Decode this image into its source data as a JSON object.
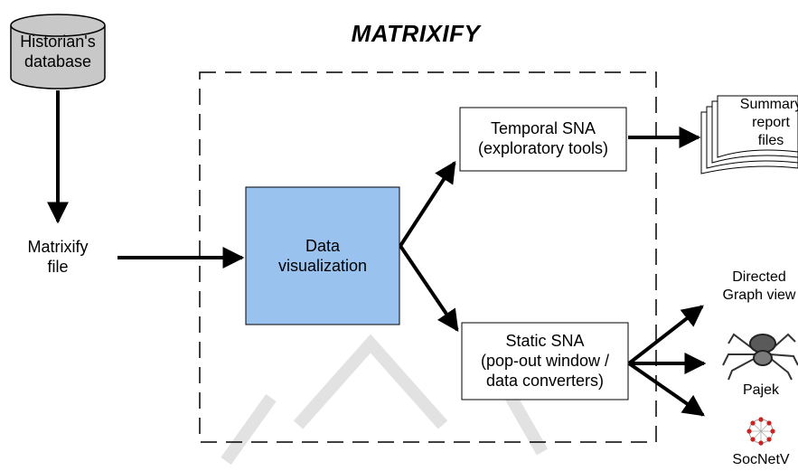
{
  "title": "MATRIXIFY",
  "nodes": {
    "database": {
      "line1": "Historian's",
      "line2": "database"
    },
    "matrixify_file": {
      "line1": "Matrixify",
      "line2": "file"
    },
    "data_visualization": {
      "line1": "Data",
      "line2": "visualization"
    },
    "temporal_sna": {
      "line1": "Temporal SNA",
      "line2": "(exploratory tools)"
    },
    "static_sna": {
      "line1": "Static SNA",
      "line2": "(pop-out window /",
      "line3": "data converters)"
    },
    "summary_files": {
      "line1": "Summary",
      "line2": "report",
      "line3": "files"
    },
    "directed_graph": {
      "line1": "Directed",
      "line2": "Graph view"
    },
    "pajek": {
      "label": "Pajek"
    },
    "socnetv": {
      "label": "SocNetV"
    }
  },
  "colors": {
    "database_fill": "#c8c8c8",
    "visualization_fill": "#99c2ee",
    "stroke": "#000000",
    "watermark": "#e2e2e2"
  },
  "icons": [
    "database-cylinder-icon",
    "stacked-documents-icon",
    "spider-icon",
    "network-graph-icon"
  ]
}
